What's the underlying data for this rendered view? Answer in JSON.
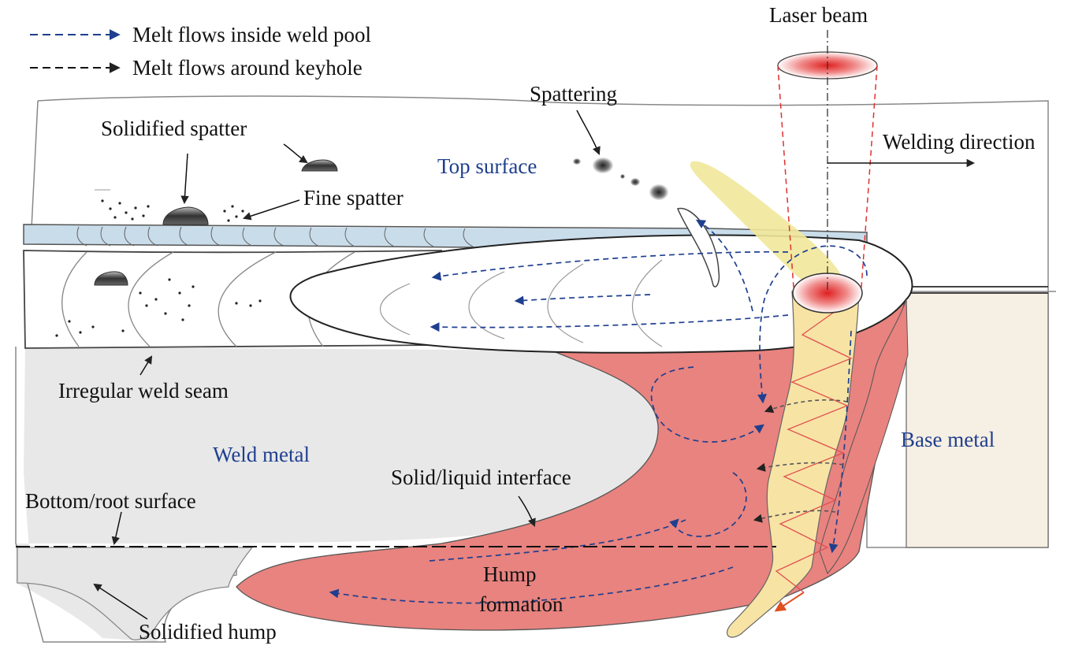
{
  "legend": {
    "blue_flow": "Melt flows inside weld pool",
    "black_flow": "Melt flows around keyhole"
  },
  "labels": {
    "laser_beam": "Laser beam",
    "spattering": "Spattering",
    "solidified_spatter": "Solidified spatter",
    "fine_spatter": "Fine spatter",
    "top_surface": "Top surface",
    "welding_direction": "Welding direction",
    "irregular_weld_seam": "Irregular weld seam",
    "weld_metal": "Weld metal",
    "base_metal": "Base metal",
    "solid_liquid_interface": "Solid/liquid interface",
    "bottom_root_surface": "Bottom/root surface",
    "hump_formation_line1": "Hump",
    "hump_formation_line2": "formation",
    "solidified_hump": "Solidified hump"
  },
  "colors": {
    "weld_pool": "#e8837f",
    "keyhole": "#f7e3a4",
    "weld_metal": "#e6e6e6",
    "seam_band": "#c9dcea",
    "blue_arrow": "#1f3f8f",
    "black_arrow": "#222222",
    "laser": "#e03030"
  }
}
